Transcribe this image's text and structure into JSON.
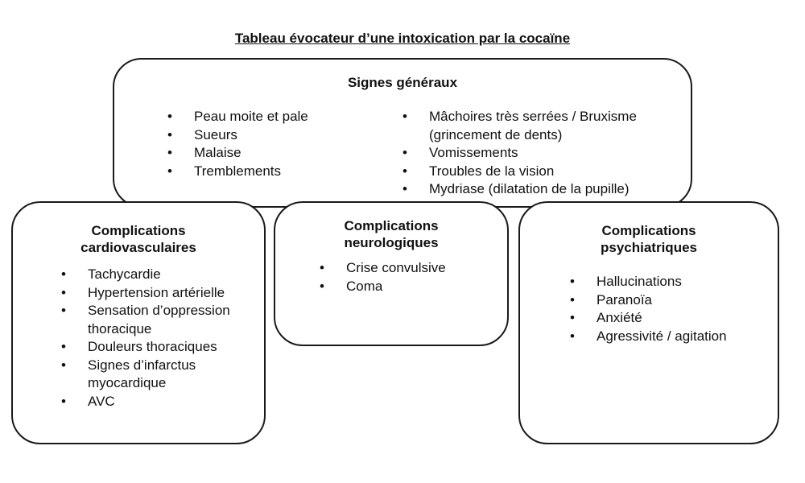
{
  "title": "Tableau évocateur d’une intoxication par la cocaïne",
  "general": {
    "title": "Signes généraux",
    "left_items": [
      "Peau moite et pale",
      "Sueurs",
      "Malaise",
      "Tremblements"
    ],
    "right_items": [
      "Mâchoires très serrées / Bruxisme (grincement de dents)",
      "Vomissements",
      "Troubles de la vision",
      "Mydriase (dilatation de la pupille)"
    ]
  },
  "cardio": {
    "title_line1": "Complications",
    "title_line2": "cardiovasculaires",
    "items": [
      "Tachycardie",
      "Hypertension artérielle",
      "Sensation d’oppression thoracique",
      "Douleurs thoraciques",
      "Signes d’infarctus myocardique",
      "AVC"
    ]
  },
  "neuro": {
    "title_line1": "Complications",
    "title_line2": "neurologiques",
    "items": [
      "Crise convulsive",
      "Coma"
    ]
  },
  "psy": {
    "title_line1": "Complications",
    "title_line2": "psychiatriques",
    "items": [
      "Hallucinations",
      "Paranoïa",
      "Anxiété",
      "Agressivité / agitation"
    ]
  }
}
